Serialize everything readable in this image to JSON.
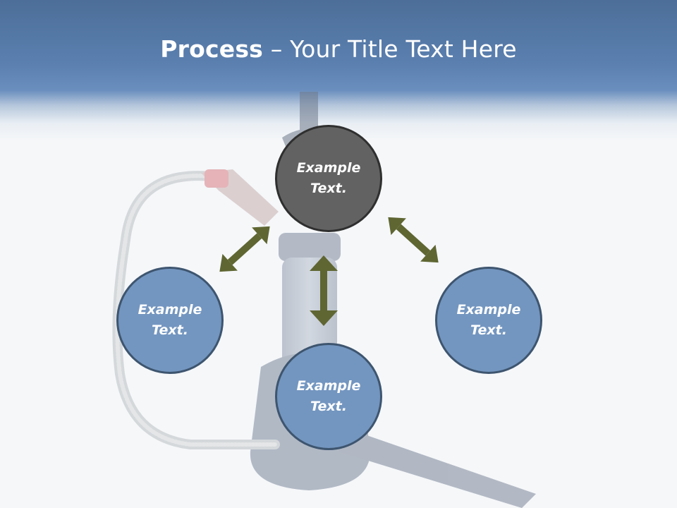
{
  "slide": {
    "title_bold": "Process",
    "title_rest": " – Your Title Text Here"
  },
  "nodes": {
    "top": "Example Text.",
    "left": "Example Text.",
    "right": "Example Text.",
    "bottom": "Example Text."
  },
  "colors": {
    "header": "#5b80b0",
    "node_fill": "#7396c0",
    "center_node_fill": "#626262",
    "arrow": "#5f6632"
  },
  "icons": [
    "hookah-background-image",
    "double-arrow-icon"
  ]
}
